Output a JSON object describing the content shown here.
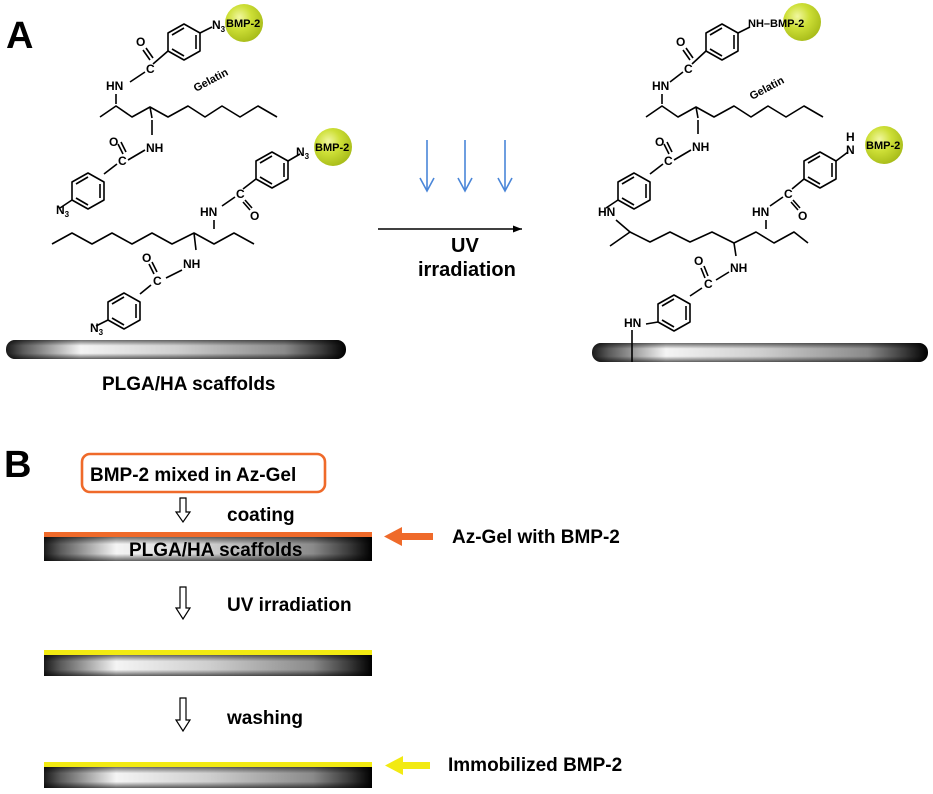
{
  "panel_a": {
    "label": "A",
    "chem": {
      "nh": "NH",
      "hn": "HN",
      "h": "H",
      "n": "N",
      "o": "O",
      "c": "C",
      "n_base": "N",
      "n_sub": "3",
      "gelatin": "Gelatin",
      "bmp2": "BMP-2",
      "nh_bmp2": "NH–BMP-2"
    },
    "reaction": {
      "line1": "UV",
      "line2": "irradiation"
    },
    "scaffold_label": "PLGA/HA scaffolds"
  },
  "panel_b": {
    "label": "B",
    "box_text": "BMP-2 mixed in Az-Gel",
    "steps": [
      "coating",
      "UV  irradiation",
      "washing"
    ],
    "scaffold_text": "PLGA/HA scaffolds",
    "callout_top": "Az-Gel with BMP-2",
    "callout_bottom": "Immobilized BMP-2",
    "colors": {
      "orange": "#ef6a2a",
      "yellow": "#f2ea12",
      "bmp_ball": "#c8dd2e",
      "uv_arrow": "#4a86d8"
    }
  }
}
